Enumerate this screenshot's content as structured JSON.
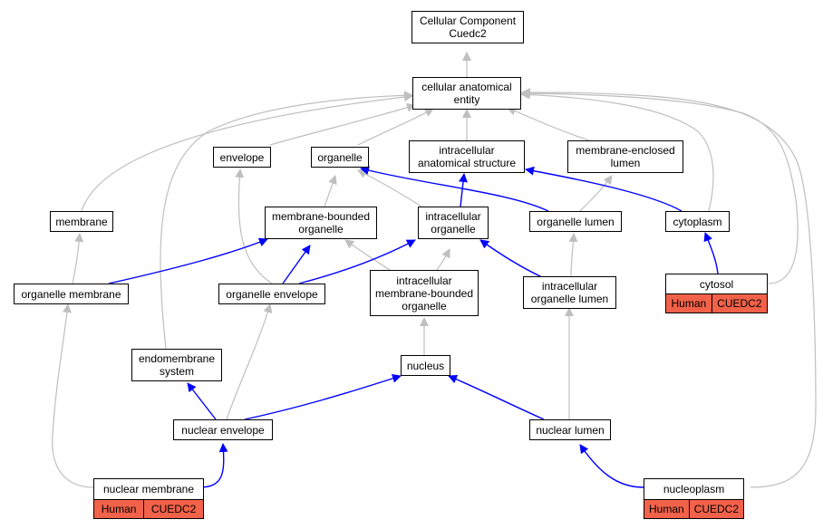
{
  "colors": {
    "gray_edge": "#bfbfbf",
    "blue_edge": "#0000ff",
    "annotation_fill": "#f26149"
  },
  "nodes": {
    "root": {
      "label": "Cellular Component\nCuedc2"
    },
    "cae": {
      "label": "cellular anatomical\nentity"
    },
    "envelope": {
      "label": "envelope"
    },
    "organelle": {
      "label": "organelle"
    },
    "ias": {
      "label": "intracellular\nanatomical structure"
    },
    "mel": {
      "label": "membrane-enclosed\nlumen"
    },
    "membrane": {
      "label": "membrane"
    },
    "mbo": {
      "label": "membrane-bounded\norganelle"
    },
    "io": {
      "label": "intracellular\norganelle"
    },
    "ol": {
      "label": "organelle lumen"
    },
    "cytoplasm": {
      "label": "cytoplasm"
    },
    "om": {
      "label": "organelle membrane"
    },
    "oe": {
      "label": "organelle envelope"
    },
    "imbo": {
      "label": "intracellular\nmembrane-bounded\norganelle"
    },
    "iol": {
      "label": "intracellular\norganelle lumen"
    },
    "cytosol": {
      "label": "cytosol",
      "tags": [
        "Human",
        "CUEDC2"
      ]
    },
    "es": {
      "label": "endomembrane\nsystem"
    },
    "nucleus": {
      "label": "nucleus"
    },
    "ne": {
      "label": "nuclear envelope"
    },
    "nl": {
      "label": "nuclear lumen"
    },
    "nm": {
      "label": "nuclear membrane",
      "tags": [
        "Human",
        "CUEDC2"
      ]
    },
    "np": {
      "label": "nucleoplasm",
      "tags": [
        "Human",
        "CUEDC2"
      ]
    }
  }
}
